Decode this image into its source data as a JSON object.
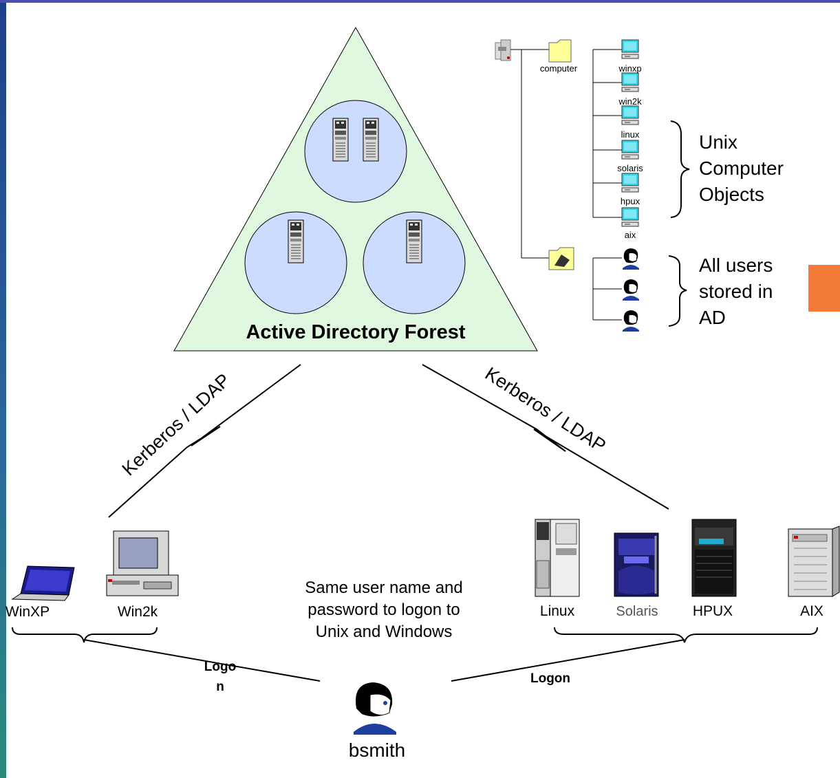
{
  "forest": {
    "title": "Active Directory Forest"
  },
  "links": {
    "left": "Kerberos / LDAP",
    "right": "Kerberos / LDAP"
  },
  "tree": {
    "computer_folder": "computer",
    "computers": [
      "winxp",
      "win2k",
      "linux",
      "solaris",
      "hpux",
      "aix"
    ],
    "unix_label": [
      "Unix",
      "Computer",
      "Objects"
    ],
    "users_label": [
      "All users",
      "stored in",
      "AD"
    ]
  },
  "clients": {
    "winxp": "WinXP",
    "win2k": "Win2k"
  },
  "servers": {
    "linux": "Linux",
    "solaris": "Solaris",
    "hpux": "HPUX",
    "aix": "AIX"
  },
  "note": [
    "Same user name and",
    "password to logon to",
    "Unix and Windows"
  ],
  "logon_left": [
    "Logo",
    "n"
  ],
  "logon_right": "Logon",
  "user": "bsmith",
  "colors": {
    "triangle": "#e0f7e0",
    "circle": "#ccdcff",
    "sidebar": "#2a6a9a",
    "accent": "#f47b3a",
    "monitor": "#35d4e8"
  }
}
